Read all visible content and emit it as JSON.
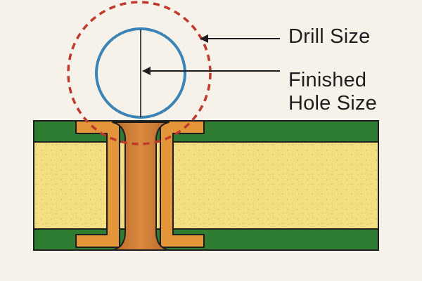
{
  "labels": {
    "drill_size": "Drill Size",
    "finished_hole_line1": "Finished",
    "finished_hole_line2": "Hole Size"
  },
  "colors": {
    "background": "#f6f2ea",
    "solder_mask": "#2e7d32",
    "substrate": "#f3df82",
    "substrate_dots": "#d9bd5a",
    "copper_pad": "#e3953a",
    "copper_barrel": "#c97a30",
    "outline": "#1e1e1e",
    "finished_circle": "#3b84b5",
    "drill_circle": "#c0392b"
  },
  "icons": {
    "drill_arrow": "arrow-left-icon",
    "finished_arrow": "arrow-left-icon"
  }
}
